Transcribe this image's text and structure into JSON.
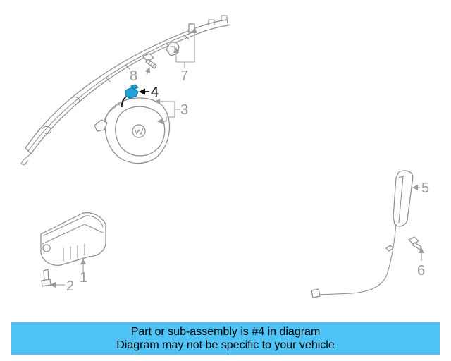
{
  "callouts": {
    "c1": "1",
    "c2": "2",
    "c3": "3",
    "c4": "4",
    "c5": "5",
    "c6": "6",
    "c7": "7",
    "c8": "8"
  },
  "highlight_color": "#1fa3d9",
  "banner": {
    "line1": "Part or sub-assembly is #4 in diagram",
    "line2": "Diagram may not be specific to your vehicle",
    "background": "#4fc3f7"
  }
}
